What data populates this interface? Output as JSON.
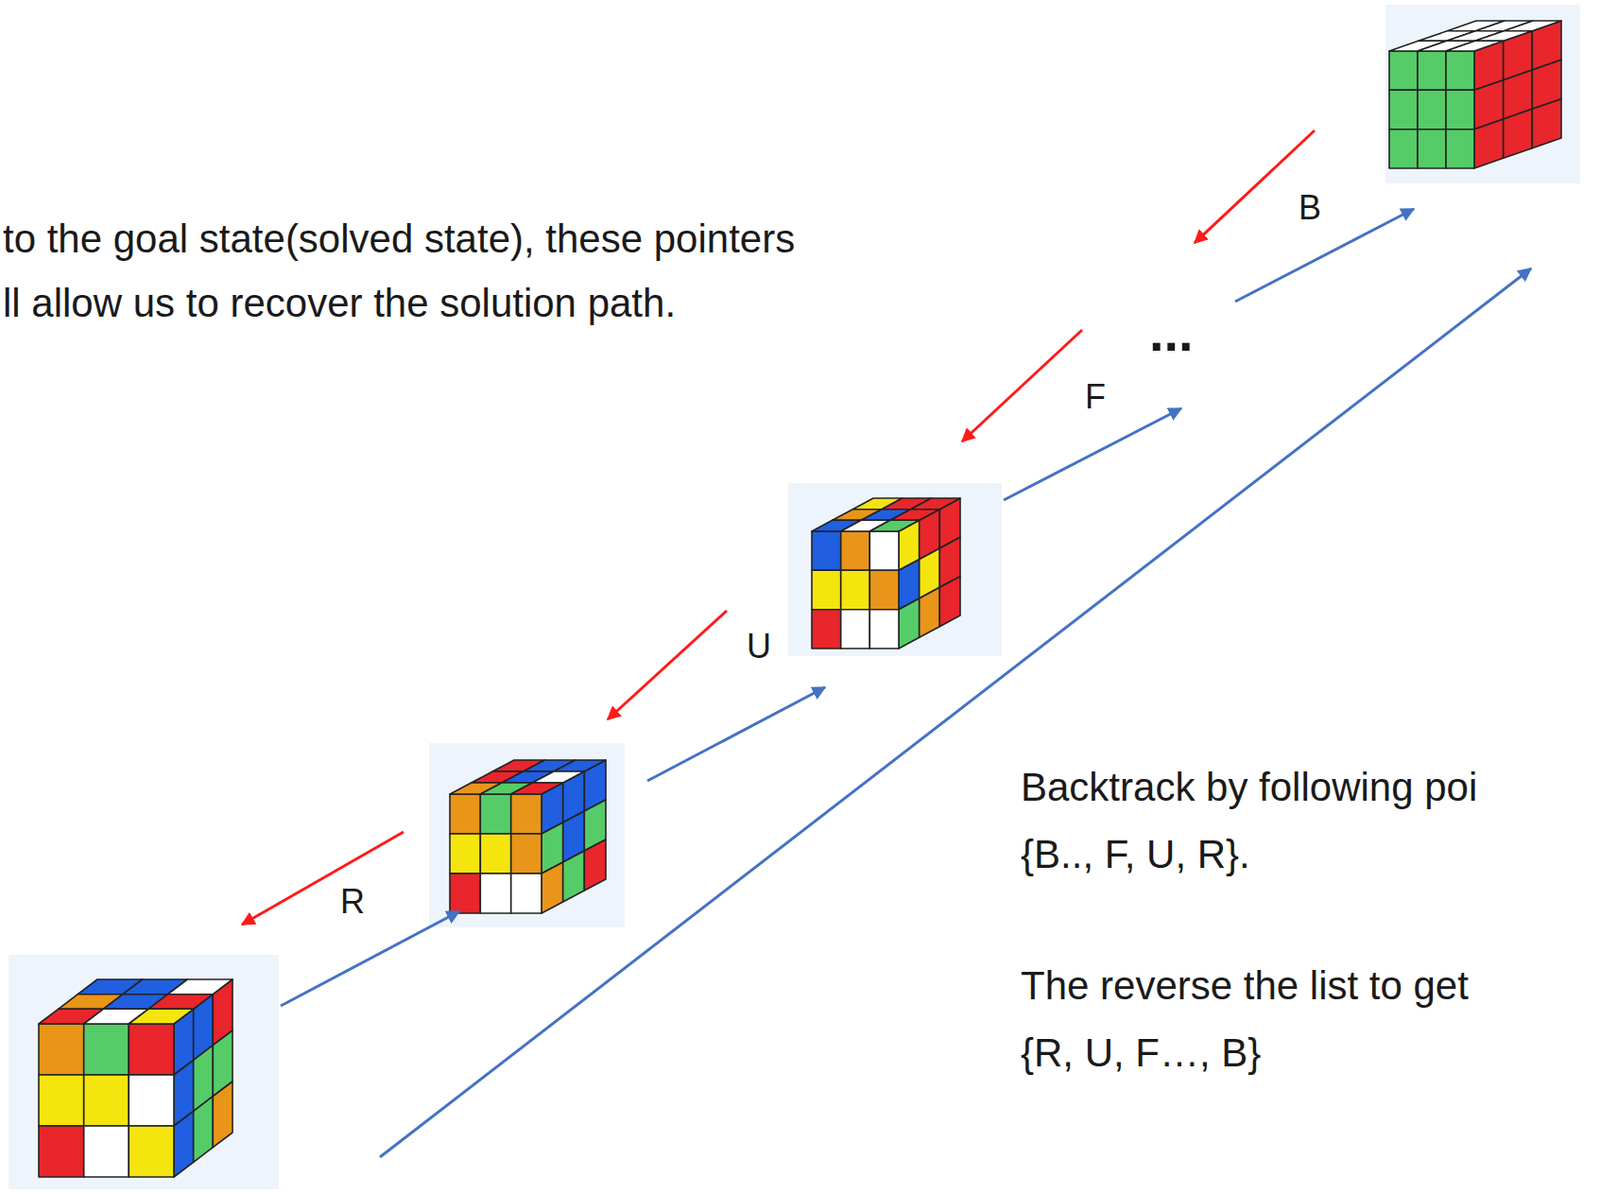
{
  "diagram": {
    "labels": [
      "to the goal state(solved state), these pointers",
      "ll allow us to recover the solution path.",
      "B",
      "...",
      "F",
      "U",
      "R",
      "Backtrack by following poi",
      "{B.., F, U, R}.",
      "The reverse the list to get",
      "{R, U, F…, B}"
    ]
  }
}
